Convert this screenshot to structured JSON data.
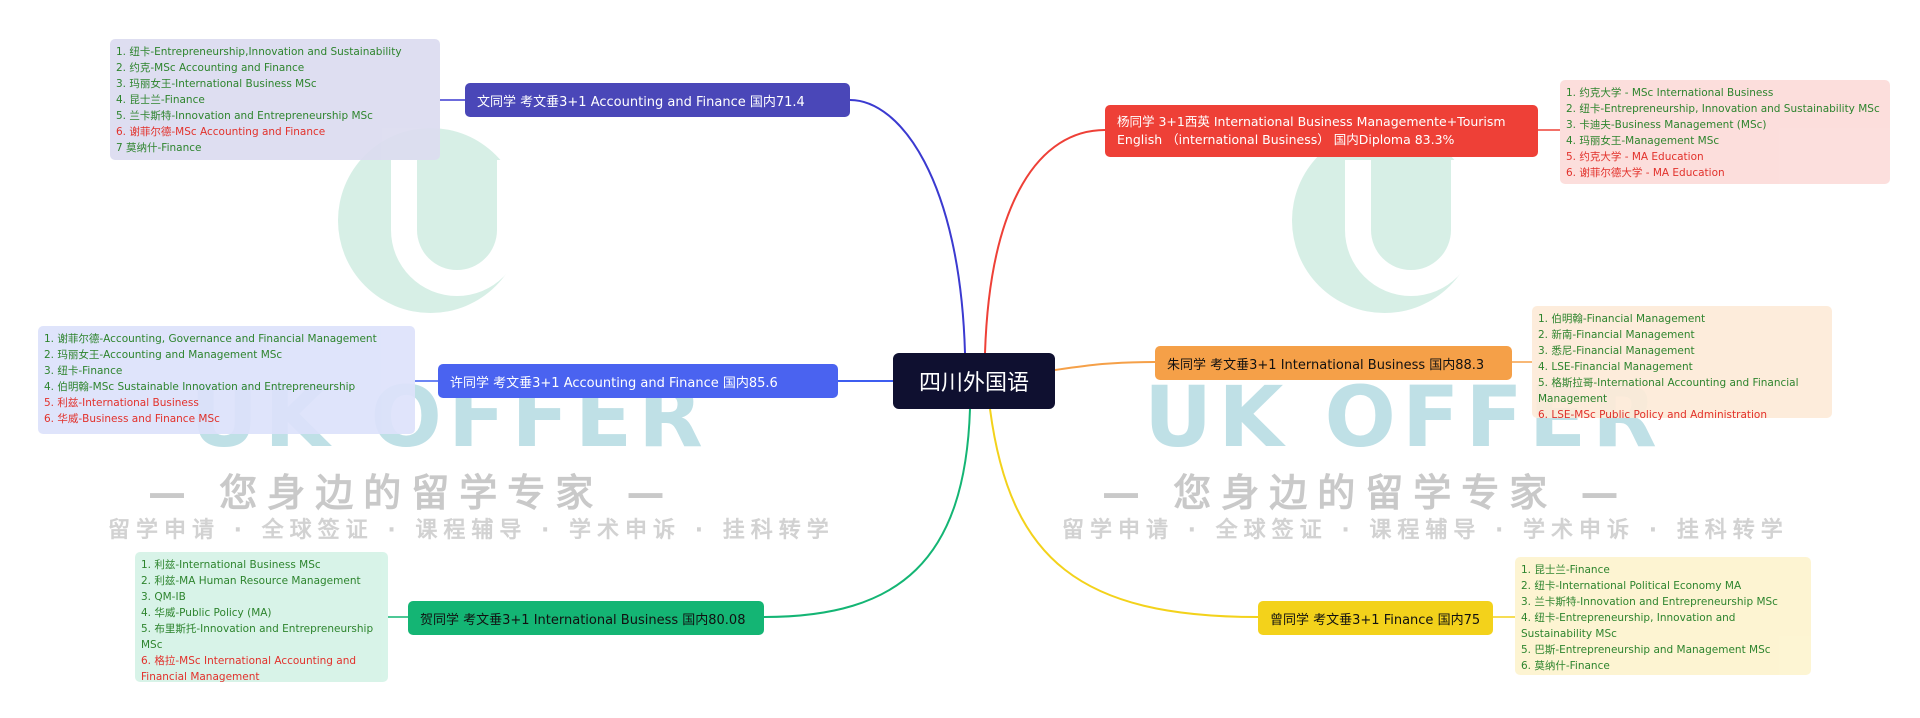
{
  "center": {
    "label": "四川外国语"
  },
  "watermark": {
    "brand": "UK OFFER",
    "slogan": "— 您身边的留学专家 —",
    "services": "留学申请 · 全球签证 · 课程辅导 · 学术申诉 · 挂科转学"
  },
  "branches": [
    {
      "label": "文同学 考文垂3+1 Accounting and Finance 国内71.4",
      "color": "#4a47b8",
      "list_bg": "#dcdcf0",
      "items": [
        {
          "text": "1. 纽卡-Entrepreneurship,Innovation and Sustainability",
          "status": "green"
        },
        {
          "text": "2. 约克-MSc Accounting and Finance",
          "status": "green"
        },
        {
          "text": "3. 玛丽女王-International Business MSc",
          "status": "green"
        },
        {
          "text": "4. 昆士兰-Finance",
          "status": "green"
        },
        {
          "text": "5. 兰卡斯特-Innovation and Entrepreneurship MSc",
          "status": "green"
        },
        {
          "text": "6. 谢菲尔德-MSc Accounting and Finance",
          "status": "red"
        },
        {
          "text": "7 莫纳什-Finance",
          "status": "green"
        }
      ]
    },
    {
      "label": "许同学 考文垂3+1 Accounting and Finance 国内85.6",
      "color": "#4a63f0",
      "list_bg": "#dde2fb",
      "items": [
        {
          "text": "1. 谢菲尔德-Accounting, Governance and Financial Management",
          "status": "green"
        },
        {
          "text": "2. 玛丽女王-Accounting and Management MSc",
          "status": "green"
        },
        {
          "text": "3. 纽卡-Finance",
          "status": "green"
        },
        {
          "text": "4. 伯明翰-MSc Sustainable Innovation and Entrepreneurship",
          "status": "green"
        },
        {
          "text": "5. 利兹-International Business",
          "status": "red"
        },
        {
          "text": "6. 华威-Business and Finance MSc",
          "status": "red"
        }
      ]
    },
    {
      "label": "贺同学 考文垂3+1 International Business 国内80.08",
      "color": "#14b574",
      "list_bg": "#d5f3e7",
      "items": [
        {
          "text": "1. 利兹-International Business MSc",
          "status": "green"
        },
        {
          "text": "2. 利兹-MA Human Resource Management",
          "status": "green"
        },
        {
          "text": "3. QM-IB",
          "status": "green"
        },
        {
          "text": "4. 华威-Public Policy (MA)",
          "status": "green"
        },
        {
          "text": "5. 布里斯托-Innovation and Entrepreneurship MSc",
          "status": "green"
        },
        {
          "text": "6. 格拉-MSc International Accounting and Financial Management",
          "status": "red"
        }
      ]
    },
    {
      "label": "杨同学 3+1西英 International Business Managemente+Tourism English （international Business） 国内Diploma 83.3%",
      "color": "#ee4037",
      "list_bg": "#fcdcda",
      "items": [
        {
          "text": "1. 约克大学 - MSc International Business",
          "status": "green"
        },
        {
          "text": "2. 纽卡-Entrepreneurship, Innovation and Sustainability MSc",
          "status": "green"
        },
        {
          "text": "3. 卡迪夫-Business Management (MSc)",
          "status": "green"
        },
        {
          "text": "4. 玛丽女王-Management MSc",
          "status": "green"
        },
        {
          "text": "5. 约克大学 - MA Education",
          "status": "red"
        },
        {
          "text": "6. 谢菲尔德大学 - MA Education",
          "status": "red"
        }
      ]
    },
    {
      "label": "朱同学 考文垂3+1 International Business 国内88.3",
      "color": "#f5a048",
      "list_bg": "#fdebd8",
      "items": [
        {
          "text": "1. 伯明翰-Financial Management",
          "status": "green"
        },
        {
          "text": "2. 新南-Financial Management",
          "status": "green"
        },
        {
          "text": "3. 悉尼-Financial Management",
          "status": "green"
        },
        {
          "text": "4. LSE-Financial Management",
          "status": "green"
        },
        {
          "text": "5. 格斯拉哥-International Accounting and Financial Management",
          "status": "green"
        },
        {
          "text": "6. LSE-MSc Public Policy and Administration",
          "status": "red"
        }
      ]
    },
    {
      "label": "曾同学 考文垂3+1 Finance 国内75",
      "color": "#f3d21b",
      "list_bg": "#fdf4cf",
      "items": [
        {
          "text": "1. 昆士兰-Finance",
          "status": "green"
        },
        {
          "text": "2. 纽卡-International Political Economy MA",
          "status": "green"
        },
        {
          "text": "3. 兰卡斯特-Innovation and Entrepreneurship MSc",
          "status": "green"
        },
        {
          "text": "4. 纽卡-Entrepreneurship, Innovation and Sustainability MSc",
          "status": "green"
        },
        {
          "text": "5. 巴斯-Entrepreneurship and Management MSc",
          "status": "green"
        },
        {
          "text": "6. 莫纳什-Finance",
          "status": "green"
        }
      ]
    }
  ]
}
